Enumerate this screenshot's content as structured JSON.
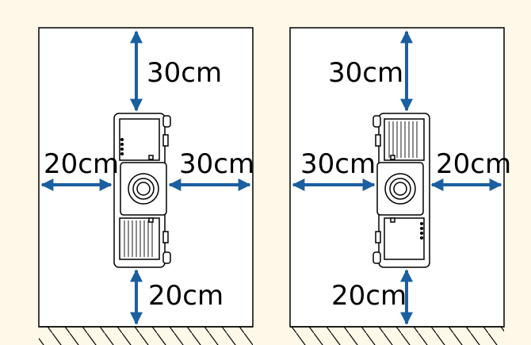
{
  "colors": {
    "background": "#fdf8e8",
    "arrow": "#1a5fa0",
    "outline": "#000000",
    "fill": "#ffffff"
  },
  "panels": [
    {
      "orientation": "lens-right-of-center",
      "clearances": {
        "top": "30cm",
        "left": "20cm",
        "right": "30cm",
        "bottom": "20cm"
      }
    },
    {
      "orientation": "mirrored",
      "clearances": {
        "top": "30cm",
        "left": "30cm",
        "right": "20cm",
        "bottom": "20cm"
      }
    }
  ]
}
